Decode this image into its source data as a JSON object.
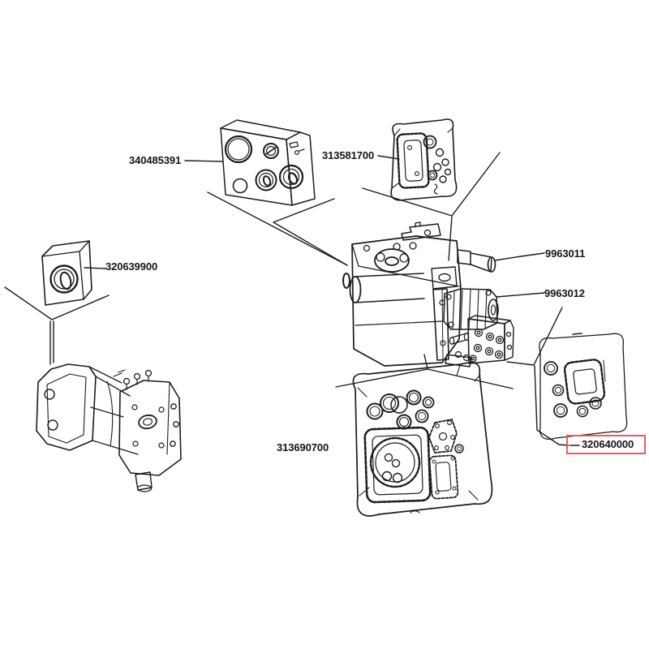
{
  "diagram": {
    "background_color": "#ffffff",
    "line_color": "#1c1c1c",
    "highlight_color": "#e06060",
    "parts": [
      {
        "number": "340485391",
        "highlighted": false
      },
      {
        "number": "313581700",
        "highlighted": false
      },
      {
        "number": "320639900",
        "highlighted": false
      },
      {
        "number": "9963011",
        "highlighted": false
      },
      {
        "number": "9963012",
        "highlighted": false
      },
      {
        "number": "313690700",
        "highlighted": false
      },
      {
        "number": "320640000",
        "highlighted": true
      }
    ]
  }
}
